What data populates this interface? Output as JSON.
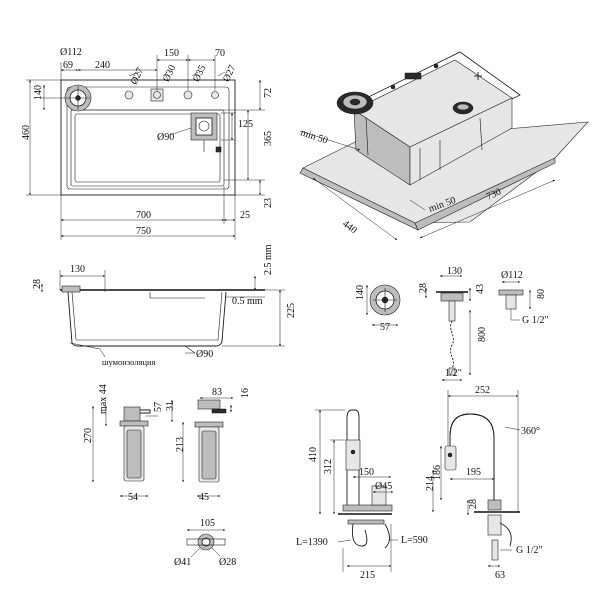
{
  "top_view": {
    "d112": "Ø112",
    "d69": "69",
    "d240": "240",
    "d150": "150",
    "d70": "70",
    "d27a": "Ø27",
    "d30": "Ø30",
    "d35": "Ø35",
    "d27b": "Ø27",
    "d140": "140",
    "d72": "72",
    "d460": "460",
    "d125": "125",
    "d90": "Ø90",
    "d365": "365",
    "d23": "23",
    "d700": "700",
    "d25": "25",
    "d750": "750"
  },
  "iso_view": {
    "min50a": "min 50",
    "min50b": "min 50",
    "d440": "440",
    "d730": "730"
  },
  "side_view": {
    "d130": "130",
    "d28": "28",
    "d25mm": "2.5 mm",
    "d05mm": "0.5 mm",
    "d225": "225",
    "insulation": "шумоизоляция",
    "d90": "Ø90"
  },
  "drain_views": {
    "d130": "130",
    "d112": "Ø112",
    "d140": "140",
    "d57": "57",
    "d28": "28",
    "d43": "43",
    "d80": "80",
    "g12a": "G 1/2\"",
    "d800": "800",
    "half": "1/2\""
  },
  "dispenser": {
    "max44": "max 44",
    "d270": "270",
    "d57": "57",
    "d54": "54",
    "d83": "83",
    "d16": "16",
    "d31": "31",
    "d213": "213",
    "d45": "45",
    "d105": "105",
    "d41": "Ø41",
    "d28": "Ø28"
  },
  "faucet_front": {
    "d410": "410",
    "d312": "312",
    "d150": "150",
    "d45": "Ø45",
    "l1390": "L=1390",
    "l590": "L=590",
    "d215": "215"
  },
  "faucet_side": {
    "d252": "252",
    "d360": "360°",
    "d195": "195",
    "d186": "186",
    "d214": "214",
    "d28": "28",
    "g12": "G 1/2\"",
    "d63": "63"
  }
}
